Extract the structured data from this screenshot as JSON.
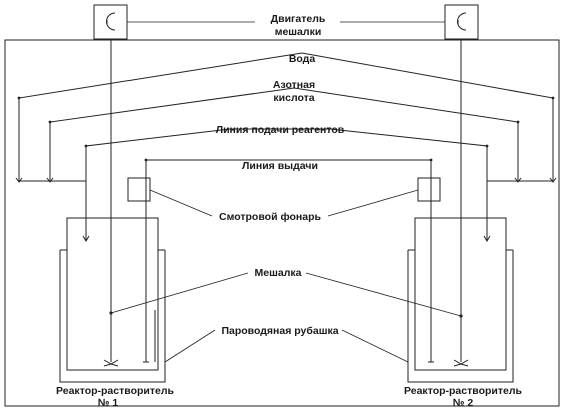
{
  "labels": {
    "motor_line1": "Двигатель",
    "motor_line2": "мешалки",
    "water": "Вода",
    "nitric_line1": "Азотная",
    "nitric_line2": "кислота",
    "feed_line": "Линия подачи реагентов",
    "discharge_line": "Линия выдачи",
    "sight_glass": "Смотровой фонарь",
    "stirrer": "Мешалка",
    "jacket": "Пароводяная рубашка",
    "reactor1_line1": "Реактор-растворитель",
    "reactor1_line2": "№ 1",
    "reactor2_line1": "Реактор-растворитель",
    "reactor2_line2": "№ 2"
  },
  "colors": {
    "reactor2_fill": "#33dd33",
    "line": "#222222"
  },
  "icons": {
    "motor": "motor-icon"
  }
}
